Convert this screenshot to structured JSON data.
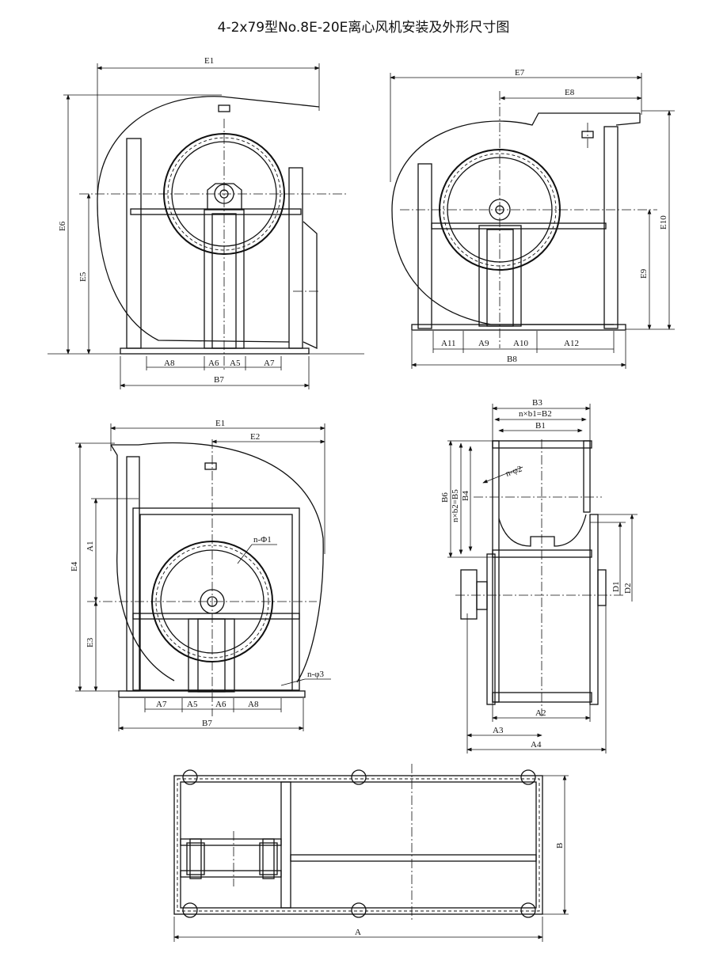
{
  "title": "4-2x79型No.8E-20E离心风机安装及外形尺寸图",
  "view_left_top": {
    "E1": "E1",
    "E6": "E6",
    "E5": "E5",
    "A8": "A8",
    "A6": "A6",
    "A5": "A5",
    "A7": "A7",
    "B7": "B7"
  },
  "view_right_top": {
    "E7": "E7",
    "E8": "E8",
    "E10": "E10",
    "E9": "E9",
    "A11": "A11",
    "A9": "A9",
    "A10": "A10",
    "A12": "A12",
    "B8": "B8"
  },
  "view_left_mid": {
    "E1": "E1",
    "E2": "E2",
    "E4": "E4",
    "A1": "A1",
    "E3": "E3",
    "n_phi1": "n-Φ1",
    "n_phi3": "n-φ3",
    "A7": "A7",
    "A5": "A5",
    "A6": "A6",
    "A8": "A8",
    "B7": "B7"
  },
  "view_side": {
    "B3": "B3",
    "B2": "n×b1=B2",
    "B1": "B1",
    "n_phi2": "n-φ2",
    "B6": "B6",
    "B5": "n×b2=B5",
    "B4": "B4",
    "D1": "D1",
    "D2": "D2",
    "A2": "A2",
    "A3": "A3",
    "A4": "A4"
  },
  "view_base": {
    "A": "A",
    "B": "B"
  }
}
